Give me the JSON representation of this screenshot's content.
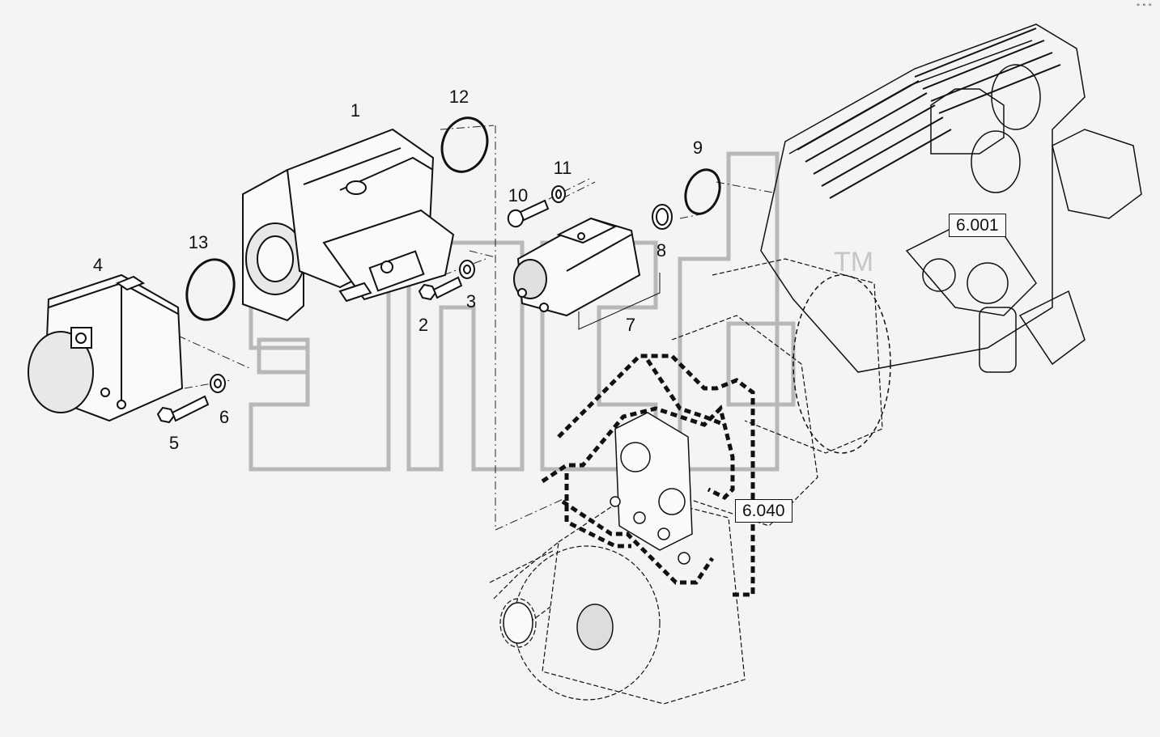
{
  "callouts": {
    "c1": "1",
    "c2": "2",
    "c3": "3",
    "c4": "4",
    "c5": "5",
    "c6": "6",
    "c7": "7",
    "c8": "8",
    "c9": "9",
    "c10": "10",
    "c11": "11",
    "c12": "12",
    "c13": "13"
  },
  "references": {
    "r1": "6.001",
    "r2": "6.040"
  },
  "watermark": {
    "text": "эпсь",
    "tm": "TM"
  },
  "corner_mark": "° ° °"
}
